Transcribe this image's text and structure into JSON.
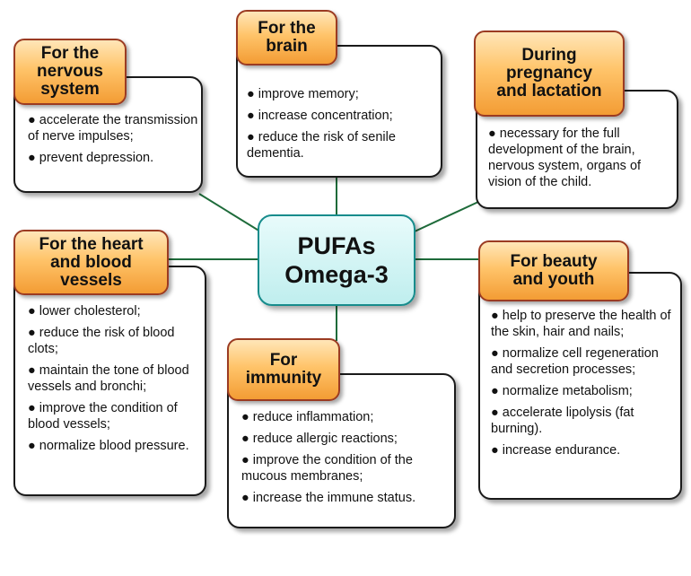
{
  "center": {
    "title": "PUFAs\nOmega-3"
  },
  "groups": [
    {
      "title": "For the\nnervous\nsystem",
      "items": [
        "accelerate the transmission of nerve impulses;",
        "prevent depression."
      ]
    },
    {
      "title": "For the\nbrain",
      "items": [
        "improve memory;",
        "increase concentration;",
        "reduce the risk of senile dementia."
      ]
    },
    {
      "title": "During\npregnancy\nand lactation",
      "items": [
        "necessary for the full development of the brain, nervous system, organs of vision of the child."
      ]
    },
    {
      "title": "For the heart\nand blood\nvessels",
      "items": [
        "lower cholesterol;",
        "reduce the risk of blood clots;",
        "maintain the tone of blood vessels and bronchi;",
        "improve the condition of blood vessels;",
        "normalize blood pressure."
      ]
    },
    {
      "title": "For beauty\nand youth",
      "items": [
        "help to preserve the health of the skin, hair and nails;",
        "normalize cell regeneration and secretion processes;",
        "normalize metabolism;",
        "accelerate lipolysis (fat burning).",
        "increase endurance."
      ]
    },
    {
      "title": "For\nimmunity",
      "items": [
        "reduce inflammation;",
        "reduce allergic reactions;",
        "improve the condition of the mucous membranes;",
        "increase the immune status."
      ]
    }
  ],
  "colors": {
    "header_fill": "#f7a845",
    "header_border": "#9b3b22",
    "center_fill": "#c8f0f0",
    "center_border": "#178c8c",
    "connector": "#1e6b3a"
  }
}
